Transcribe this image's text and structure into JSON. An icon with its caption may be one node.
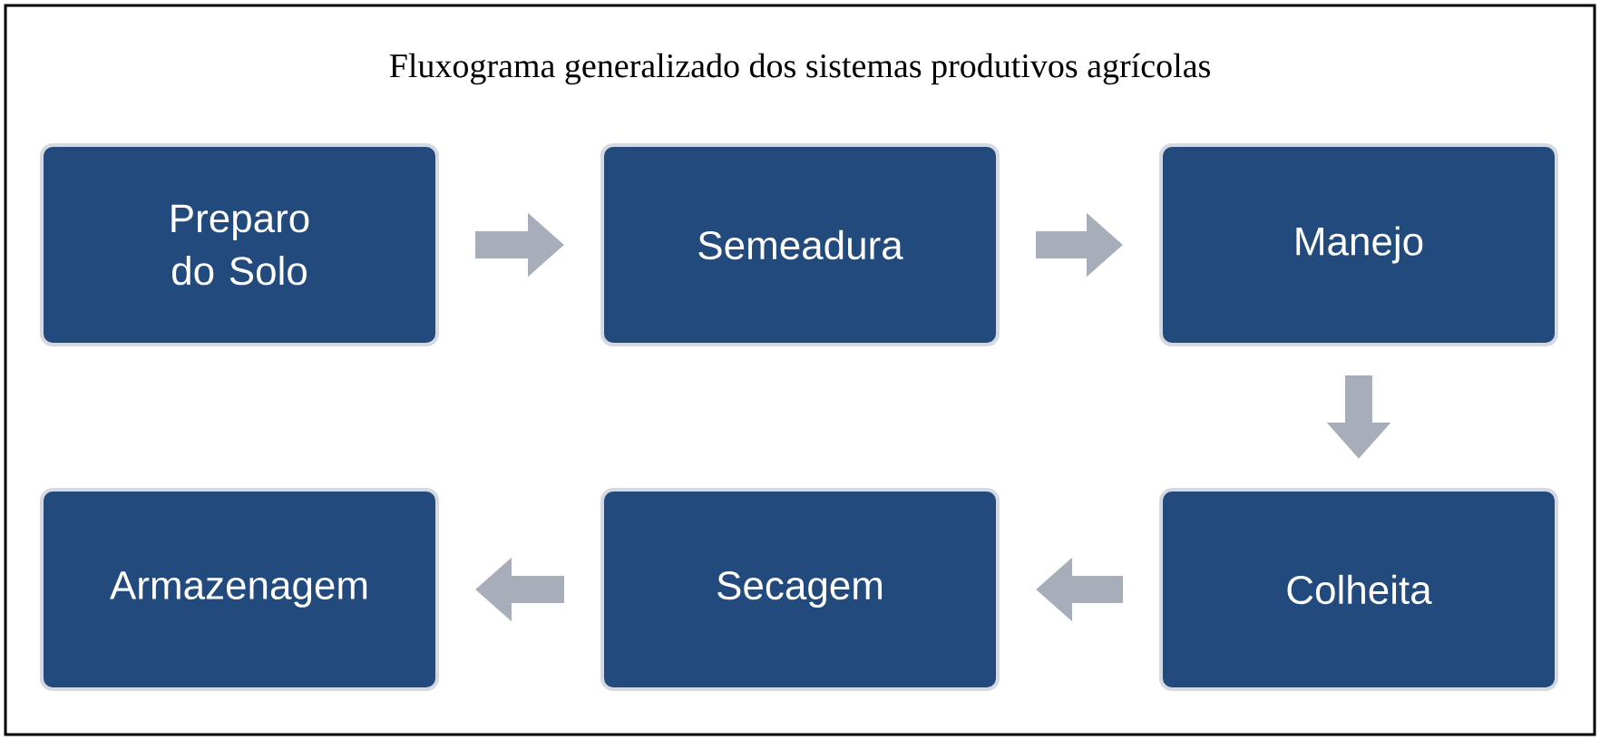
{
  "diagram": {
    "title": "Fluxograma generalizado dos sistemas produtivos agrícolas",
    "nodes": [
      {
        "text": [
          "Preparo do Solo"
        ]
      },
      {
        "text": [
          "Semeadura"
        ]
      },
      {
        "text": [
          "Manejo"
        ]
      },
      {
        "text": [
          "Colheita"
        ]
      },
      {
        "text": [
          "Secagem"
        ]
      },
      {
        "text": [
          "Armazenagem"
        ]
      }
    ],
    "edges": [
      {
        "from": 0,
        "to": 1,
        "arrow": "to"
      },
      {
        "from": 1,
        "to": 2,
        "arrow": "to"
      },
      {
        "from": 2,
        "to": 3,
        "arrow": "to"
      },
      {
        "from": 3,
        "to": 4,
        "arrow": "to"
      },
      {
        "from": 4,
        "to": 5,
        "arrow": "to"
      }
    ]
  }
}
